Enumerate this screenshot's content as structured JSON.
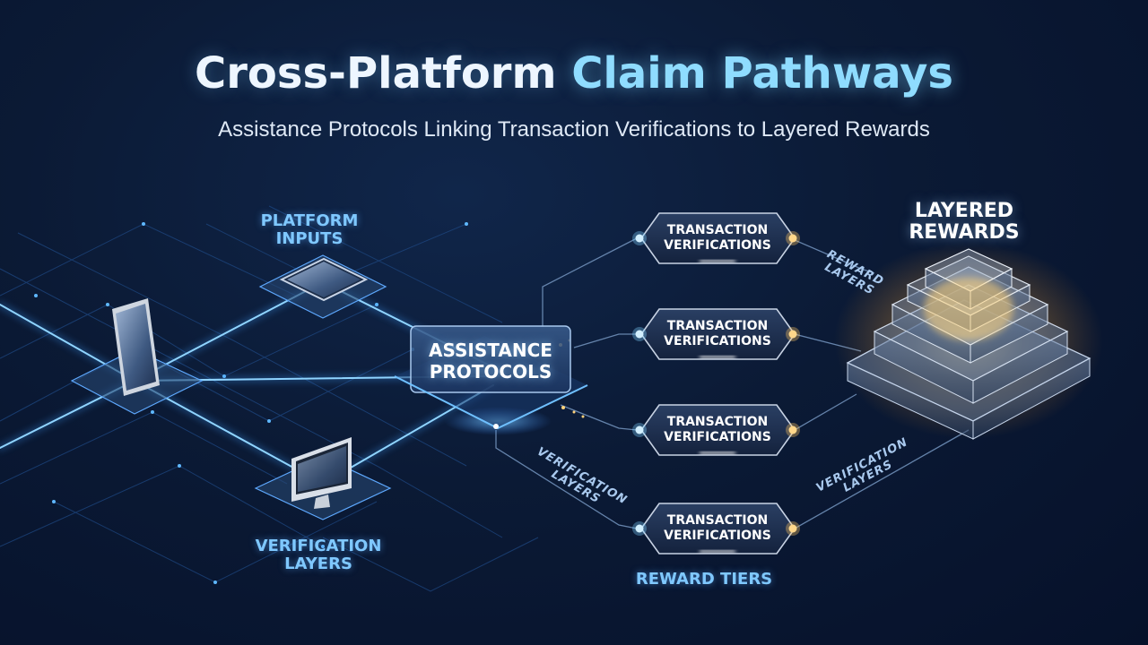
{
  "header": {
    "title_part1": "Cross-Platform",
    "title_part2": "Claim Pathways",
    "subtitle": "Assistance Protocols Linking Transaction Verifications to Layered Rewards"
  },
  "labels": {
    "platform_inputs_line1": "PLATFORM",
    "platform_inputs_line2": "INPUTS",
    "verification_layers_line1": "VERIFICATION",
    "verification_layers_line2": "LAYERS",
    "assistance_line1": "ASSISTANCE",
    "assistance_line2": "PROTOCOLS",
    "layered_rewards_line1": "LAYERED",
    "layered_rewards_line2": "REWARDS",
    "reward_layers_line1": "REWARD",
    "reward_layers_line2": "LAYERS",
    "path_verification_left_line1": "VERIFICATION",
    "path_verification_left_line2": "LAYERS",
    "path_verification_right_line1": "VERIFICATION",
    "path_verification_right_line2": "LAYERS",
    "reward_tiers": "REWARD TIERS"
  },
  "transaction_nodes": [
    {
      "line1": "TRANSACTION",
      "line2": "VERIFICATIONS"
    },
    {
      "line1": "TRANSACTION",
      "line2": "VERIFICATIONS"
    },
    {
      "line1": "TRANSACTION",
      "line2": "VERIFICATIONS"
    },
    {
      "line1": "TRANSACTION",
      "line2": "VERIFICATIONS"
    }
  ],
  "devices": {
    "phone": "smartphone-icon",
    "tablet": "tablet-icon",
    "monitor": "desktop-monitor-icon"
  },
  "colors": {
    "background": "#0b1a35",
    "accent_blue": "#4fb6ff",
    "title_accent": "#8fdcff",
    "reward_glow": "#ffc560",
    "label_blue": "#7fc8ff"
  }
}
